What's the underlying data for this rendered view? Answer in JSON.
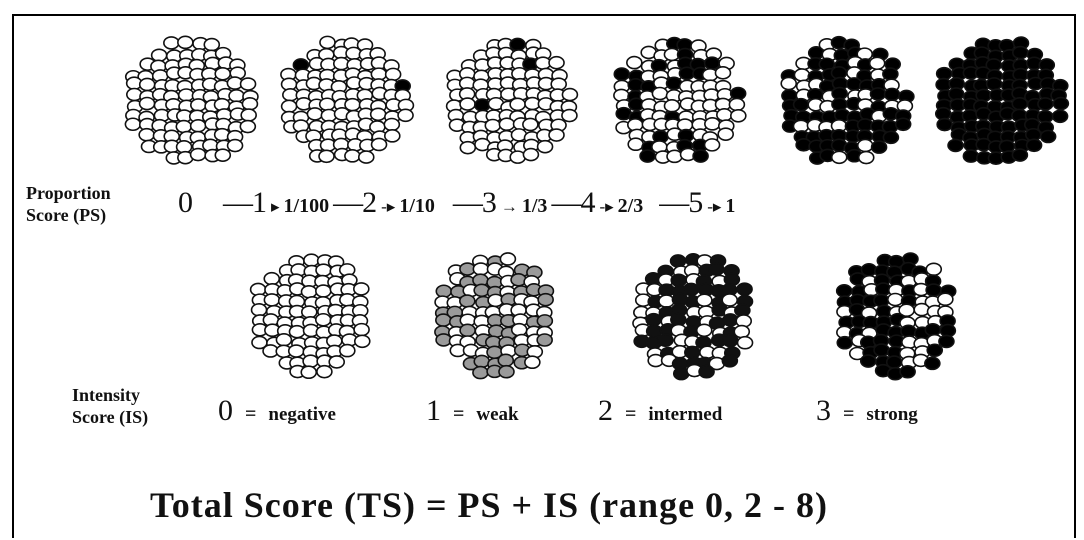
{
  "proportion": {
    "label_line1": "Proportion",
    "label_line2": "Score (PS)",
    "stain_fraction_levels": [
      0,
      0.01,
      0.1,
      0.33,
      0.67,
      1
    ],
    "scale": [
      {
        "num": "0"
      },
      {
        "dash": "—",
        "num": "1",
        "arrow": "▸",
        "frac": "1/100"
      },
      {
        "dash": "—",
        "num": "2",
        "arrow": "-▸",
        "frac": "1/10"
      },
      {
        "dash": "—",
        "num": "3",
        "arrow": "→",
        "frac": "1/3"
      },
      {
        "dash": "—",
        "num": "4",
        "arrow": "-▸",
        "frac": "2/3"
      },
      {
        "dash": "—",
        "num": "5",
        "arrow": "-▸",
        "frac": "1"
      }
    ]
  },
  "intensity": {
    "label_line1": "Intensity",
    "label_line2": "Score (IS)",
    "levels": [
      {
        "num": "0",
        "eq": "=",
        "name": "negative",
        "fill": "#ffffff"
      },
      {
        "num": "1",
        "eq": "=",
        "name": "weak",
        "fill": "#9a9a9a"
      },
      {
        "num": "2",
        "eq": "=",
        "name": "intermed",
        "fill": "#111111"
      },
      {
        "num": "3",
        "eq": "=",
        "name": "strong",
        "fill": "#000000"
      }
    ]
  },
  "total": "Total Score (TS) = PS + IS  (range 0, 2 - 8)"
}
